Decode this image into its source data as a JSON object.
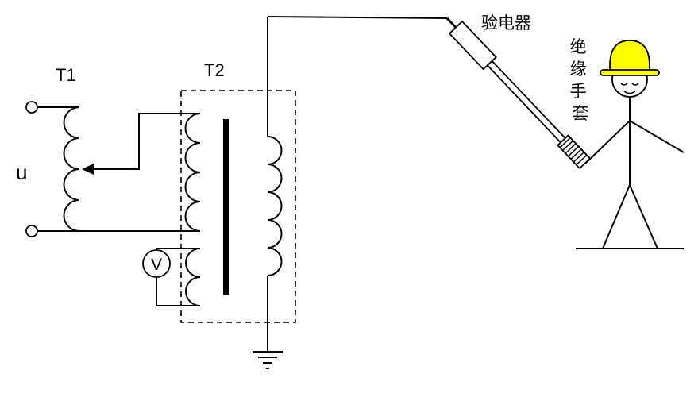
{
  "diagram": {
    "labels": {
      "t1": "T1",
      "t2": "T2",
      "input_voltage": "u",
      "voltmeter": "V",
      "detector": "验电器",
      "gloves": [
        "绝",
        "缘",
        "手",
        "套"
      ]
    },
    "colors": {
      "line": "#000000",
      "helmet": "#ffff00",
      "background": "#ffffff"
    }
  }
}
